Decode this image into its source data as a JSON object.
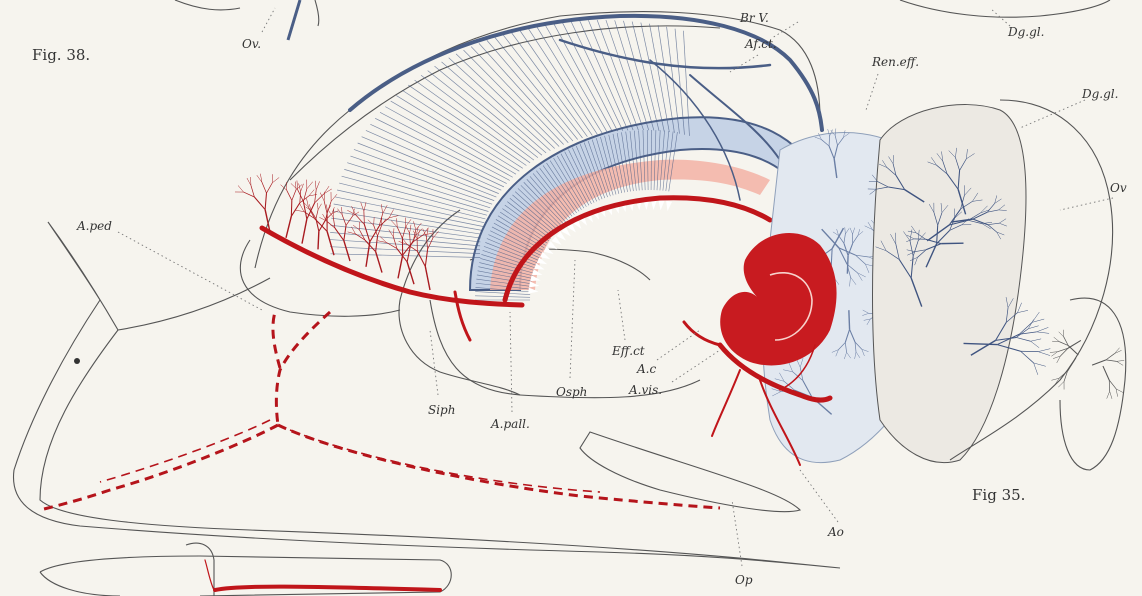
{
  "labels": {
    "fig38": "Fig. 38.",
    "fig35": "Fig 35.",
    "ov_top": "Ov.",
    "br_v": "Br V.",
    "af_ct": "Af.ct.",
    "ren_eff": "Ren.eff.",
    "dg_gl_top": "Dg.gl.",
    "dg_gl_right": "Dg.gl.",
    "ov_right": "Ov",
    "a_ped": "A.ped",
    "eff_ct": "Eff.ct",
    "a_c": "A.c",
    "a_vis": "A.vis.",
    "osph": "Osph",
    "siph": "Siph",
    "a_pall": "A.pall.",
    "ao": "Ao",
    "op": "Op"
  },
  "colors": {
    "paper": "#f6f4ee",
    "ink": "#555555",
    "vein_blue": "#4a5e86",
    "gill_blue": "#b9c9de",
    "artery_red": "#c0151a",
    "gill_pink": "#f3b2a4"
  }
}
